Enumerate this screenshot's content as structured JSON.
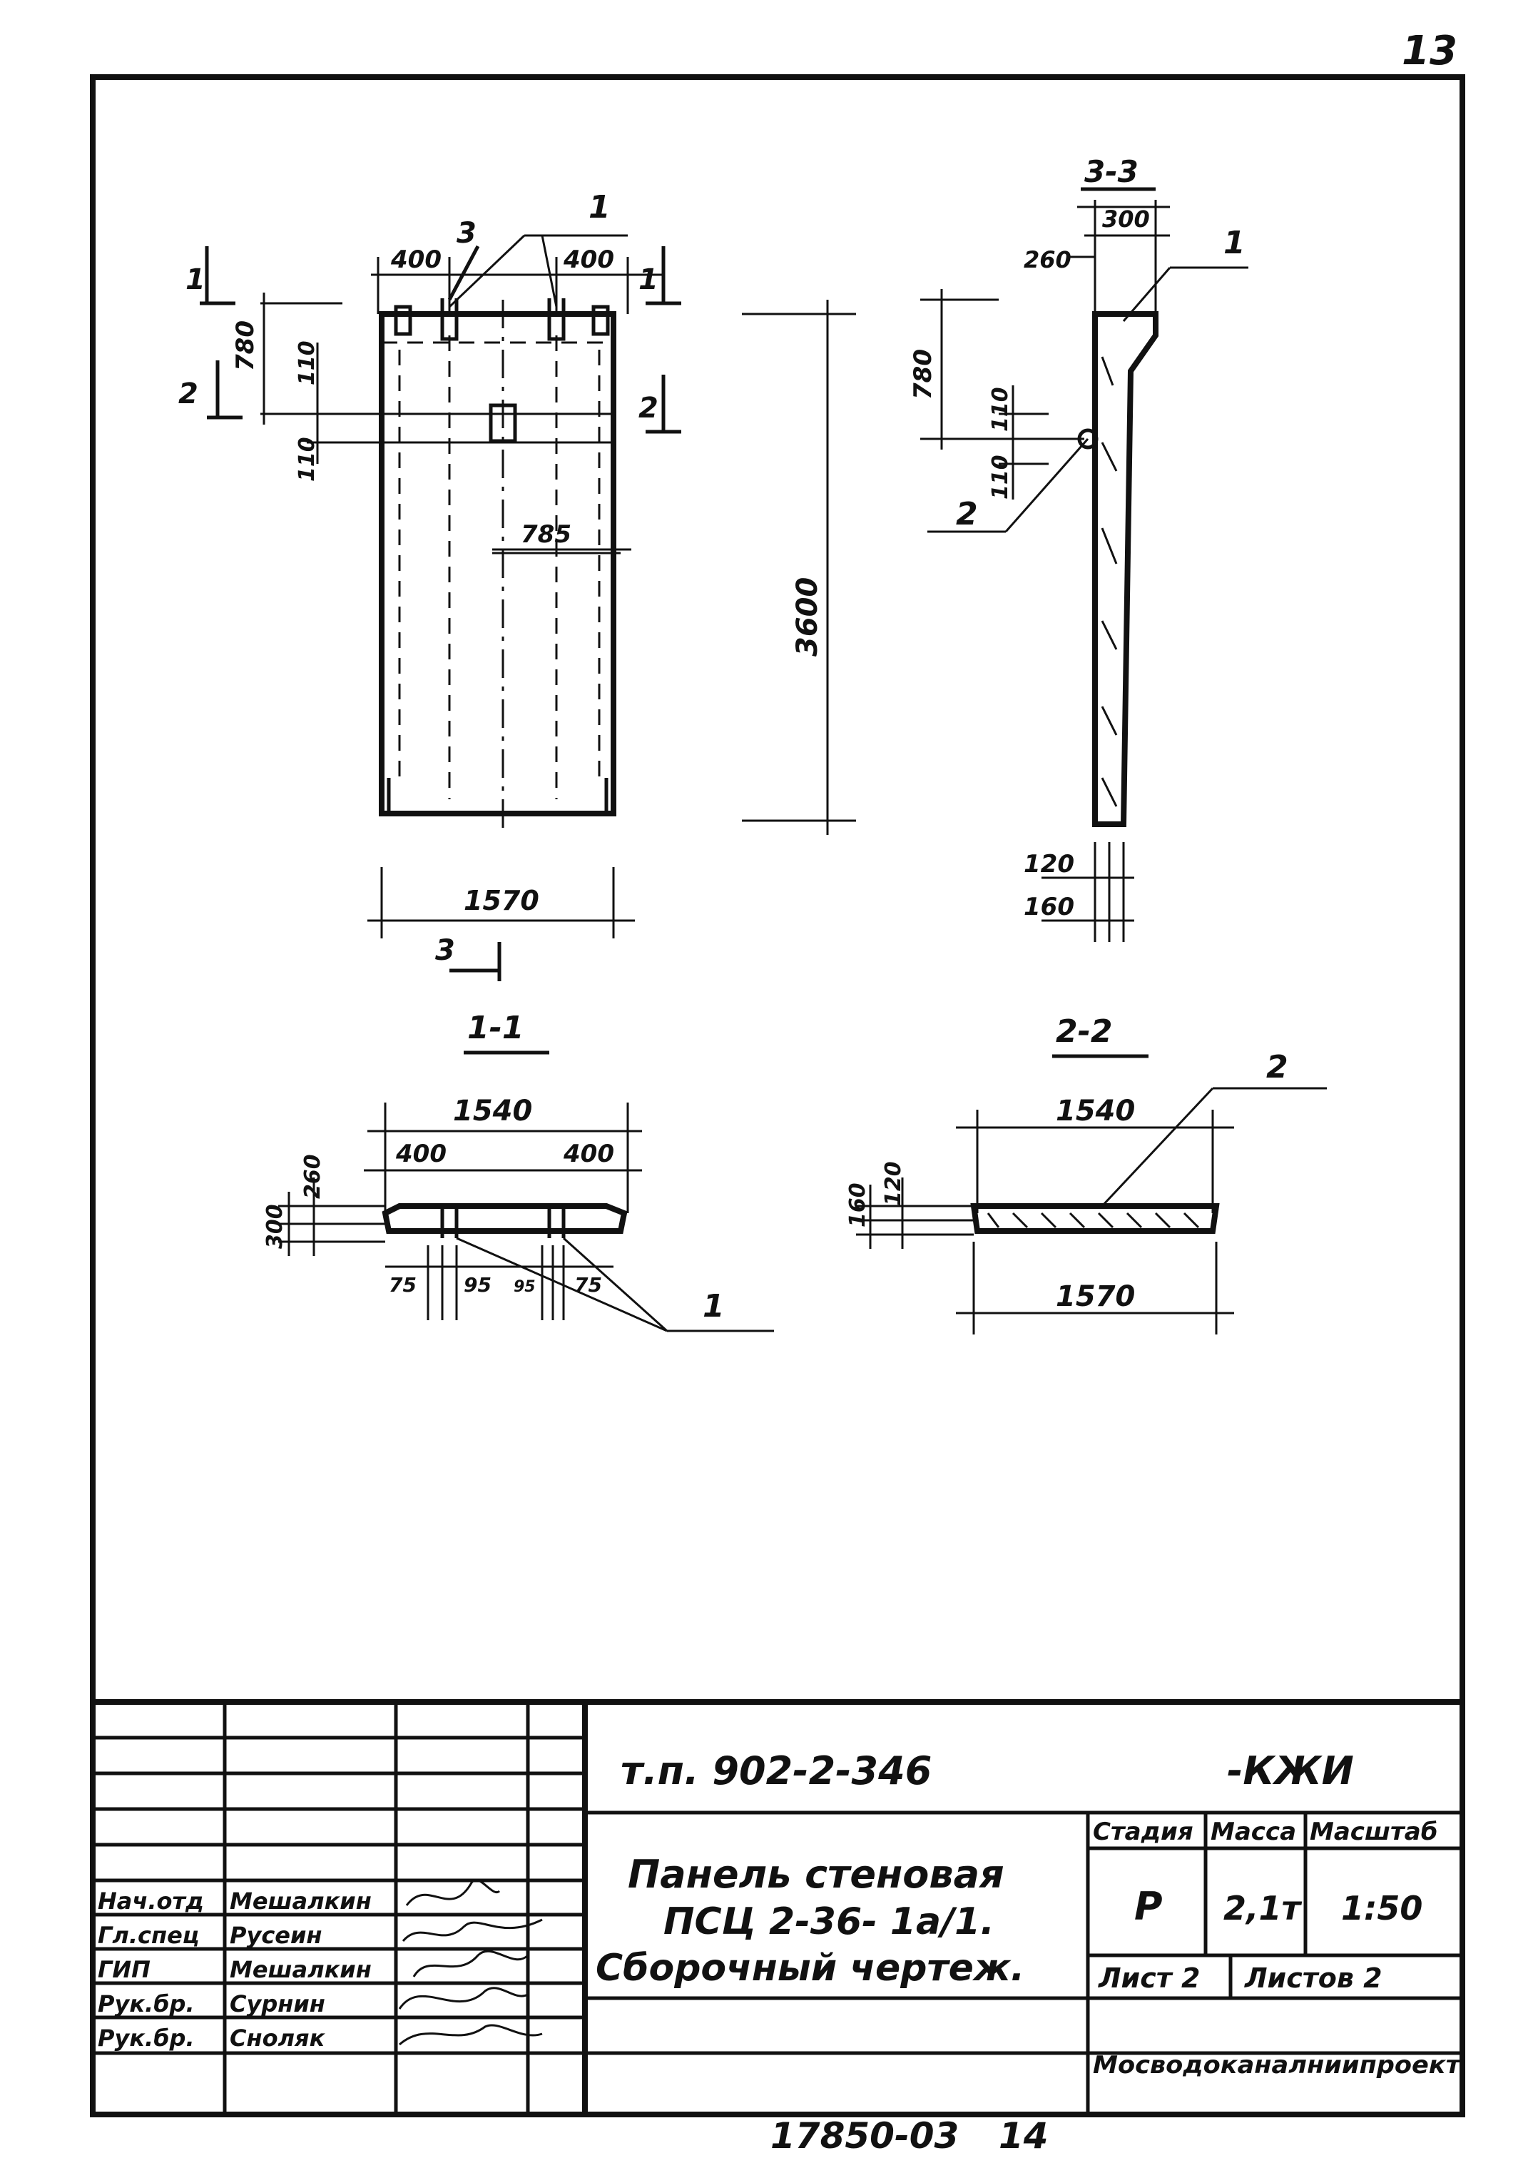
{
  "page_number": "13",
  "bottom_code": "17850-03",
  "bottom_page": "14",
  "views": {
    "section_3_3": "3-3",
    "section_1_1": "1-1",
    "section_2_2": "2-2",
    "cut_marks": {
      "one": "1",
      "two": "2",
      "three": "3"
    },
    "leaders": {
      "item1": "1",
      "item2": "2"
    }
  },
  "dimensions": {
    "front_top_left": "400",
    "front_top_right": "400",
    "front_780": "780",
    "front_110_a": "110",
    "front_110_b": "110",
    "front_785": "785",
    "front_3600": "3600",
    "front_1570": "1570",
    "side_300": "300",
    "side_260": "260",
    "side_780": "780",
    "side_110_a": "110",
    "side_110_b": "110",
    "side_120": "120",
    "side_160": "160",
    "s11_1540": "1540",
    "s11_400_left": "400",
    "s11_400_right": "400",
    "s11_260": "260",
    "s11_300": "300",
    "s11_75_a": "75",
    "s11_95_a": "95",
    "s11_95_b": "95",
    "s11_75_b": "75",
    "s22_1540": "1540",
    "s22_1570": "1570",
    "s22_120": "120",
    "s22_160": "160"
  },
  "title_block": {
    "doc_code": "т.п. 902-2-346",
    "doc_suffix": "-КЖИ",
    "title_line1": "Панель стеновая",
    "title_line2": "ПСЦ 2-36- 1а/1.",
    "title_line3": "Сборочный чертеж.",
    "stage_header": "Стадия",
    "mass_header": "Масса",
    "scale_header": "Масштаб",
    "stage_value": "Р",
    "mass_value": "2,1т",
    "scale_value": "1:50",
    "sheet_label": "Лист 2",
    "sheets_label": "Листов 2",
    "organization": "Мосводоканалниипроект",
    "roles": [
      "Нач.отд",
      "Гл.спец",
      "ГИП",
      "Рук.бр.",
      "Рук.бр."
    ],
    "names": [
      "Мешалкин",
      "Русеин",
      "Мешалкин",
      "Сурнин",
      "Сноляк"
    ]
  }
}
